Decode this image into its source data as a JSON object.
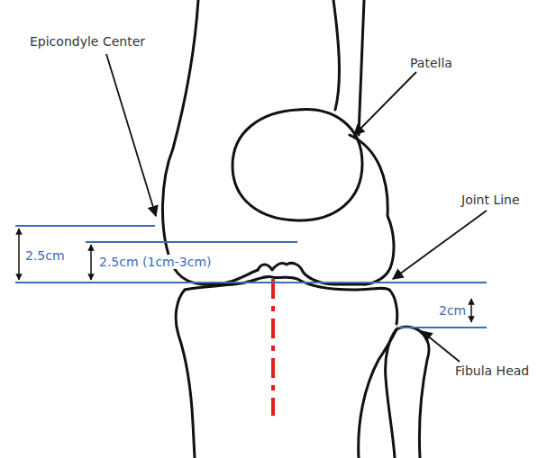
{
  "diagram": {
    "labels": [
      "Epicondyle Center",
      "Patella",
      "Joint Line",
      "2.5cm",
      "2.5cm (1cm-3cm)",
      "2cm",
      "Fibula Head"
    ]
  }
}
